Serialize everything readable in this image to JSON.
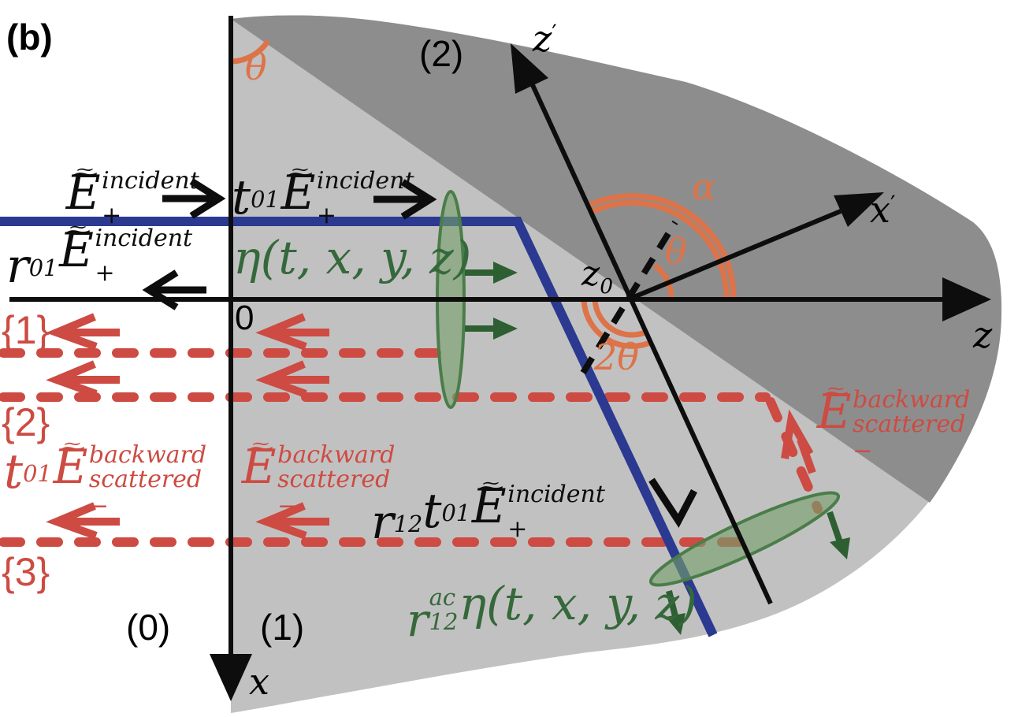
{
  "figure": {
    "panel_tag": "(b)",
    "description": "Scattering geometry diagram: incident beam through layered media (0)/(1)/(2) with backward-scattered orders"
  },
  "colors": {
    "background": "#ffffff",
    "region1_light_gray": "#c2c1c1",
    "region2_dark_gray": "#8e8d8d",
    "incident_beam_blue": "#2b3a90",
    "scattered_red": "#cd4b42",
    "angle_arc_orange": "#dd7348",
    "grating_green_text": "#35683a",
    "grating_green_fill": "#74a06c",
    "grating_green_stroke": "#4a7d49",
    "axis_black": "#0d0d0d"
  },
  "notation": {
    "tilde": "~",
    "E": "E",
    "prime": "′"
  },
  "regions": {
    "r0": "(0)",
    "r1": "(1)",
    "r2": "(2)"
  },
  "axes": {
    "x": "x",
    "z": "z",
    "x_prime_base": "x",
    "z_prime_base": "z",
    "z0_base": "z",
    "z0_sub": "0",
    "origin_zero": "0"
  },
  "angles": {
    "theta_top": "θ",
    "theta_origin": "θ",
    "two_theta": "2θ",
    "alpha": "α"
  },
  "coeffs": {
    "t01_base": "t",
    "t01_sub": "01",
    "r01_base": "r",
    "r01_sub": "01",
    "r12_base": "r",
    "r12_sub": "12",
    "r12ac_base": "r",
    "r12ac_sub": "12",
    "r12ac_sup": "ac"
  },
  "field_scripts": {
    "incident_sup": "incident",
    "incident_sub": "+",
    "backward_sup": "backward",
    "scattered_sup": "scattered",
    "backward_sub": "−"
  },
  "orders": {
    "o1": "{1}",
    "o2": "{2}",
    "o3": "{3}"
  },
  "grating": {
    "eta": "η",
    "args": "(t, x, y, z)"
  }
}
